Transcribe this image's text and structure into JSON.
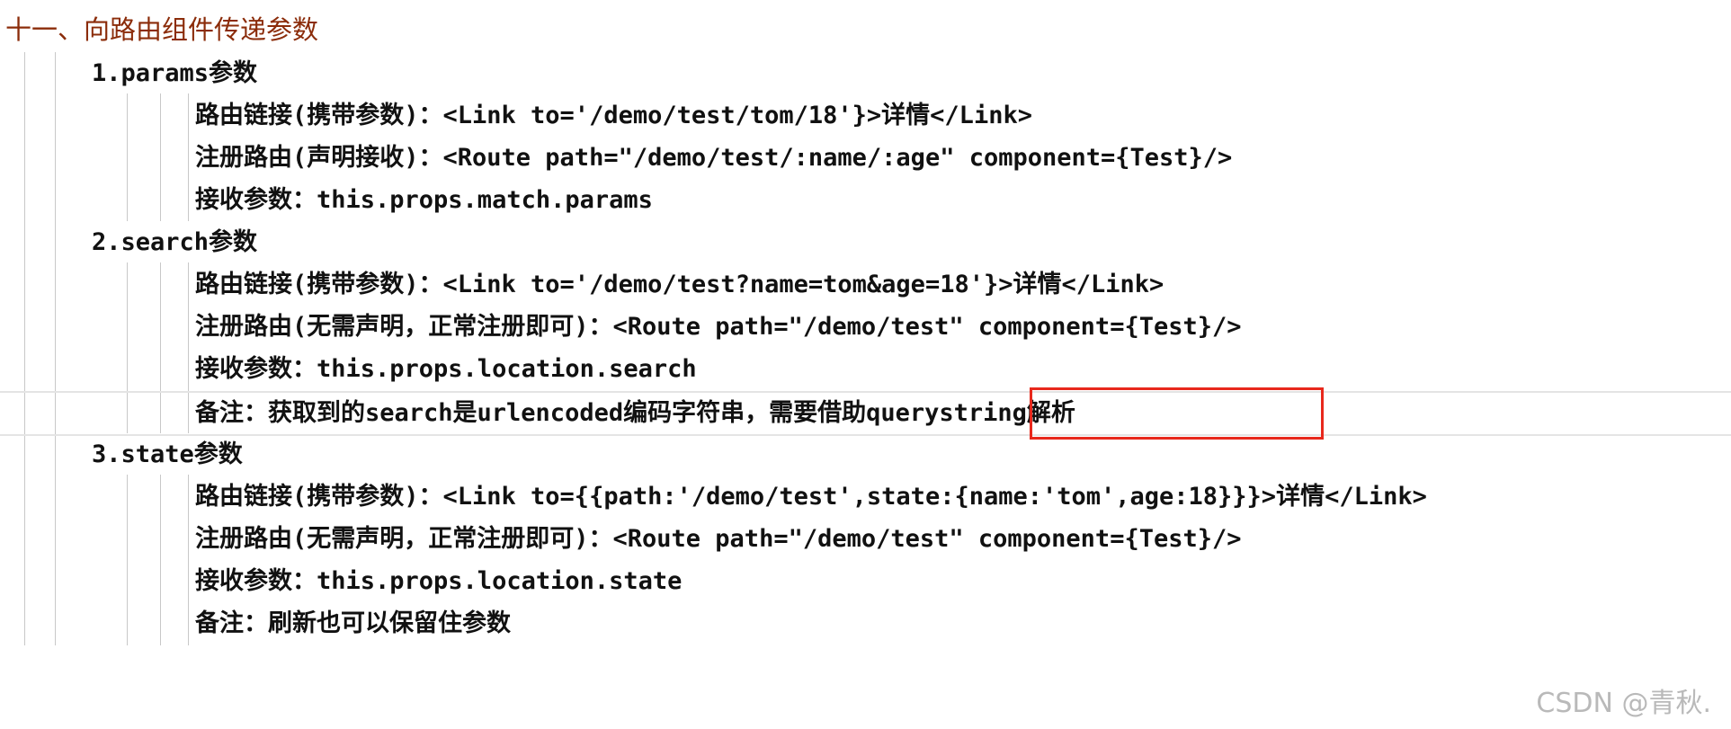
{
  "title": "十一、向路由组件传递参数",
  "sections": [
    {
      "heading": "1.params参数",
      "lines": [
        "路由链接(携带参数)：<Link to='/demo/test/tom/18'}>详情</Link>",
        "注册路由(声明接收)：<Route path=\"/demo/test/:name/:age\" component={Test}/>",
        "接收参数：this.props.match.params"
      ]
    },
    {
      "heading": "2.search参数",
      "lines": [
        "路由链接(携带参数)：<Link to='/demo/test?name=tom&age=18'}>详情</Link>",
        "注册路由(无需声明，正常注册即可)：<Route path=\"/demo/test\" component={Test}/>",
        "接收参数：this.props.location.search",
        "备注：获取到的search是urlencoded编码字符串，需要借助querystring解析"
      ]
    },
    {
      "heading": "3.state参数",
      "lines": [
        "路由链接(携带参数)：<Link to={{path:'/demo/test',state:{name:'tom',age:18}}}>详情</Link>",
        "注册路由(无需声明，正常注册即可)：<Route path=\"/demo/test\" component={Test}/>",
        "接收参数：this.props.location.state",
        "备注：刷新也可以保留住参数"
      ]
    }
  ],
  "watermark": "CSDN @青秋.",
  "colors": {
    "title": "#8b2c0a",
    "highlight_box": "#e8281c"
  }
}
